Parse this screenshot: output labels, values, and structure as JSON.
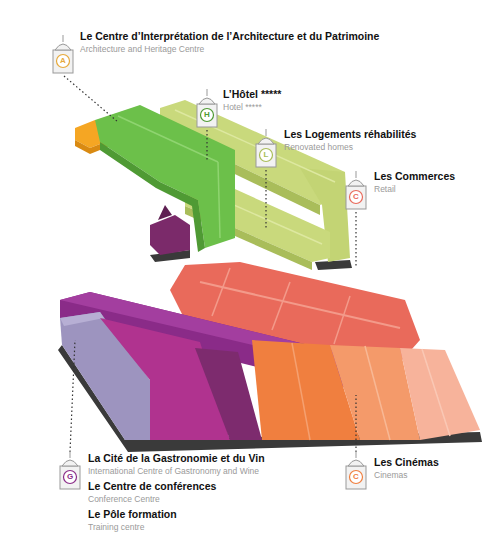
{
  "diagram": {
    "nodes": [
      {
        "text": [
          "A"
        ]
      },
      {
        "text": [
          "H"
        ]
      },
      {
        "text": [
          "L"
        ]
      },
      {
        "text": [
          "C"
        ]
      },
      {
        "text": [
          "G"
        ]
      },
      {
        "text": [
          "C"
        ]
      }
    ],
    "labels": [
      "Le Centre d’Interprétation de l’Architecture et du Patrimoine",
      "Architecture and Heritage Centre",
      "L’Hôtel *****",
      "Hotel *****",
      "Les Logements réhabilités",
      "Renovated homes",
      "Les Commerces",
      "Retail",
      "La Cité de la Gastronomie et du Vin",
      "International Centre of Gastronomy and Wine",
      "Le Centre de conférences",
      "Conference Centre",
      "Le Pôle formation",
      "Training centre",
      "Les Cinémas",
      "Cinemas"
    ]
  }
}
